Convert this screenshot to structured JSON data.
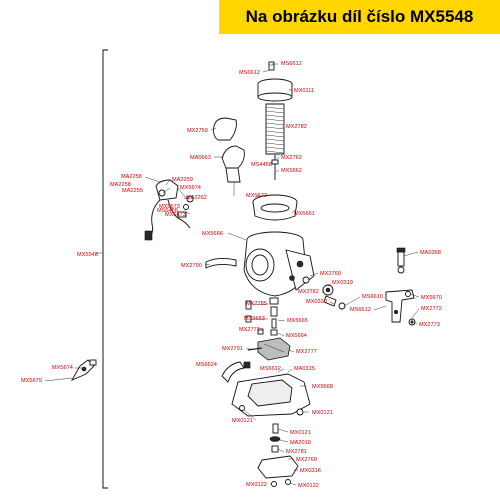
{
  "banner": {
    "text": "Na obrázku díl číslo MX5548"
  },
  "labels": [
    "MS6612",
    "MS6612",
    "MX0111",
    "MX2759",
    "MX2782",
    "MA0663",
    "MX2762",
    "MS4458",
    "MX5662",
    "MA2258",
    "MA2259",
    "MA2258",
    "MX5674",
    "MA2255",
    "MA2262",
    "MX5673",
    "MS6458",
    "MX5673",
    "MX5672",
    "MX5661",
    "MX5666",
    "MX5548",
    "MX2790",
    "MA0368",
    "MX2760",
    "MX0319",
    "MX2782",
    "MS6610",
    "MX5670",
    "MX0320",
    "MS6612",
    "MX2772",
    "MX2785",
    "MX5663",
    "MX5665",
    "MX2773",
    "MX2771",
    "MX5664",
    "MX2791",
    "MX2777",
    "MS6624",
    "MS6612",
    "MA0315",
    "MX5674",
    "MX5668",
    "MX5679",
    "MX0121",
    "MX0121",
    "MX0121",
    "MA2010",
    "MX2781",
    "MX2760",
    "MX0316",
    "MX0122",
    "MX0122"
  ]
}
